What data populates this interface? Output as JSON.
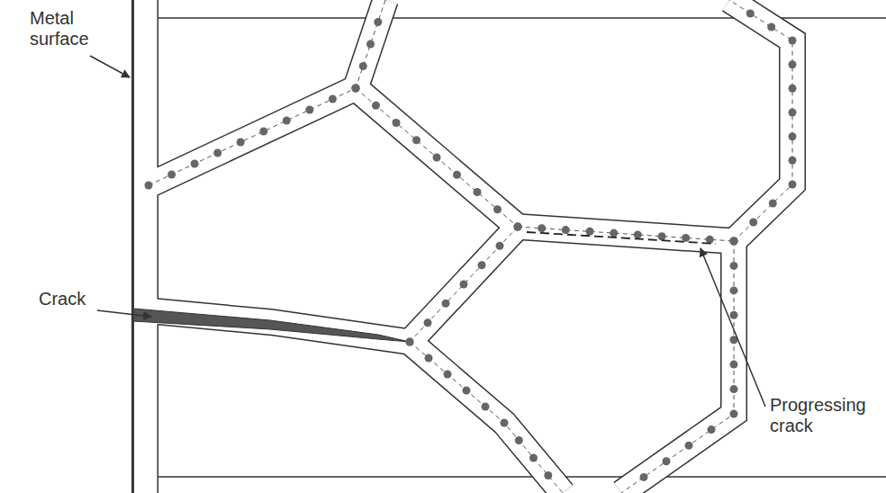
{
  "diagram": {
    "labels": [
      "Metal surface",
      "Crack",
      "Progressing crack"
    ]
  }
}
